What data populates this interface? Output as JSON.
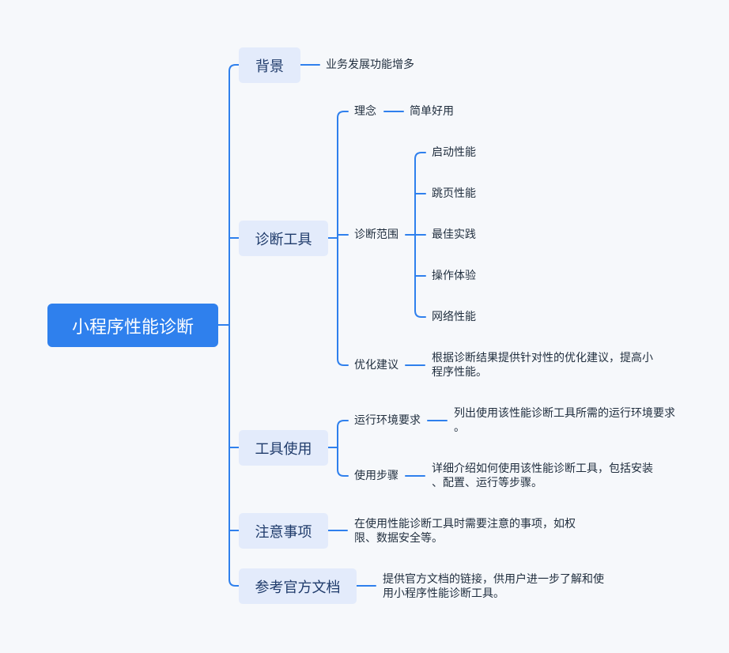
{
  "root": {
    "label": "小程序性能诊断"
  },
  "background": {
    "label": "背景",
    "detail": "业务发展功能增多"
  },
  "diagnostic_tool": {
    "label": "诊断工具",
    "concept": {
      "label": "理念",
      "detail": "简单好用"
    },
    "scope": {
      "label": "诊断范围",
      "items": [
        "启动性能",
        "跳页性能",
        "最佳实践",
        "操作体验",
        "网络性能"
      ]
    },
    "suggestion": {
      "label": "优化建议",
      "detail_line1": "根据诊断结果提供针对性的优化建议，提高小",
      "detail_line2": "程序性能。"
    }
  },
  "tool_usage": {
    "label": "工具使用",
    "env": {
      "label": "运行环境要求",
      "detail_line1": "列出使用该性能诊断工具所需的运行环境要求",
      "detail_line2": "。"
    },
    "steps": {
      "label": "使用步骤",
      "detail_line1": "详细介绍如何使用该性能诊断工具，包括安装",
      "detail_line2": "、配置、运行等步骤。"
    }
  },
  "notes": {
    "label": "注意事项",
    "detail_line1": "在使用性能诊断工具时需要注意的事项，如权",
    "detail_line2": "限、数据安全等。"
  },
  "reference": {
    "label": "参考官方文档",
    "detail_line1": "提供官方文档的链接，供用户进一步了解和使",
    "detail_line2": "用小程序性能诊断工具。"
  },
  "colors": {
    "line": "#2f80ed",
    "root_fill": "#2f80ed",
    "branch_fill": "#e3ebfb"
  }
}
